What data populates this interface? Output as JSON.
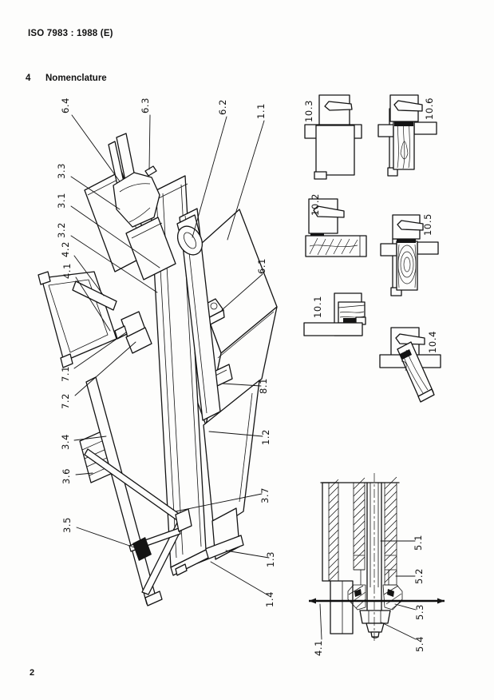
{
  "document": {
    "standard_reference": "ISO 7983 : 1988 (E)",
    "section": {
      "number": "4",
      "title": "Nomenclature"
    },
    "page_number": "2"
  },
  "figure": {
    "main_callouts": [
      "6.4",
      "6.3",
      "6.2",
      "1.1",
      "3.3",
      "3.1",
      "3.2",
      "4.2",
      "4.1",
      "7.1",
      "7.2",
      "6.1",
      "8.1",
      "1.2",
      "3.4",
      "3.6",
      "3.5",
      "3.7",
      "1.3",
      "1.4"
    ],
    "detail_callouts": [
      "10.3",
      "10.6",
      "10.2",
      "10.5",
      "10.1",
      "10.4"
    ],
    "section_callouts": [
      "5.1",
      "5.2",
      "5.3",
      "5.4",
      "4.1"
    ]
  }
}
